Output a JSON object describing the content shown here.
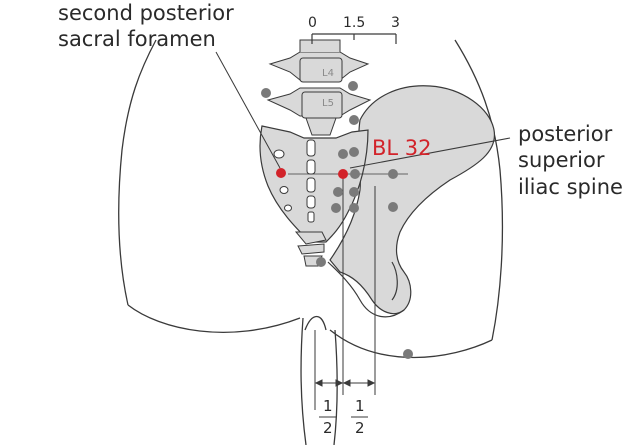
{
  "labels": {
    "second_foramen_line1": "second posterior",
    "second_foramen_line2": "sacral foramen",
    "psis_line1": "posterior",
    "psis_line2": "superior",
    "psis_line3": "iliac spine",
    "point_name": "BL 32"
  },
  "scale": {
    "tick_0": "0",
    "tick_1": "1.5",
    "tick_2": "3"
  },
  "vertebrae": {
    "l4": "L4",
    "l5": "L5"
  },
  "measurements": {
    "left_numerator": "1",
    "left_denominator": "2",
    "right_numerator": "1",
    "right_denominator": "2"
  },
  "colors": {
    "bone_fill": "#d9d9d9",
    "outline": "#3a3a3a",
    "gray_point": "#7a7a7a",
    "highlight_point": "#d2232a",
    "text": "#2a2a2a"
  }
}
